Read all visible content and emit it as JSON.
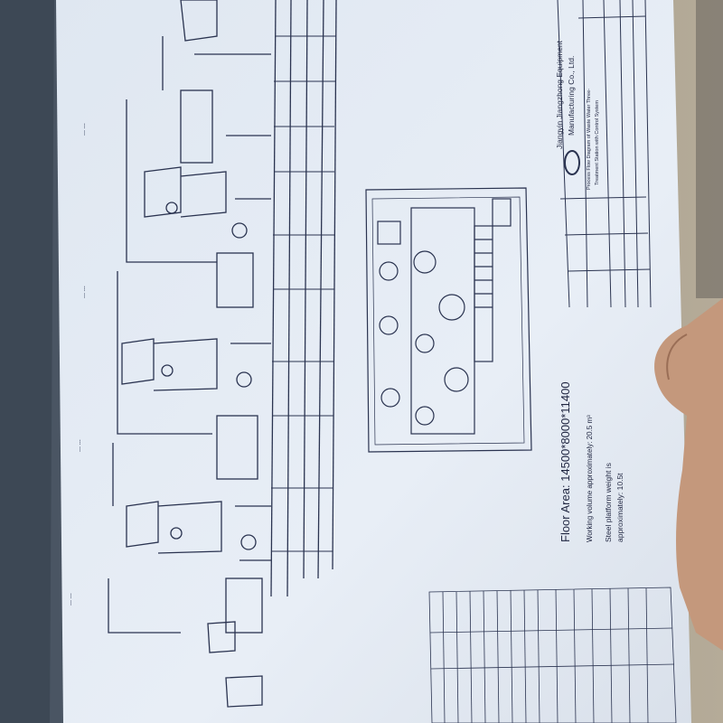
{
  "title_block": {
    "company_line1": "Jiangyin Jiangzhong Equipment",
    "company_line2": "Manufacturing Co., Ltd.",
    "drawing_title_line1": "Process Flow Diagram of Waste Water Three-",
    "drawing_title_line2": "Treatment Station with Control System"
  },
  "notes": {
    "floor_area": "Floor Area: 14500*8000*11400",
    "working_volume": "Working volume approximately: 20.5 m³",
    "steel_platform_line1": "Steel platform weight is",
    "steel_platform_line2": "approximately: 10.5t"
  },
  "colors": {
    "paper": "#e4ecf4",
    "ink": "#2a3350",
    "background": "#6f6a63",
    "binder": "#4a5563",
    "skin": "#c89a7e"
  }
}
